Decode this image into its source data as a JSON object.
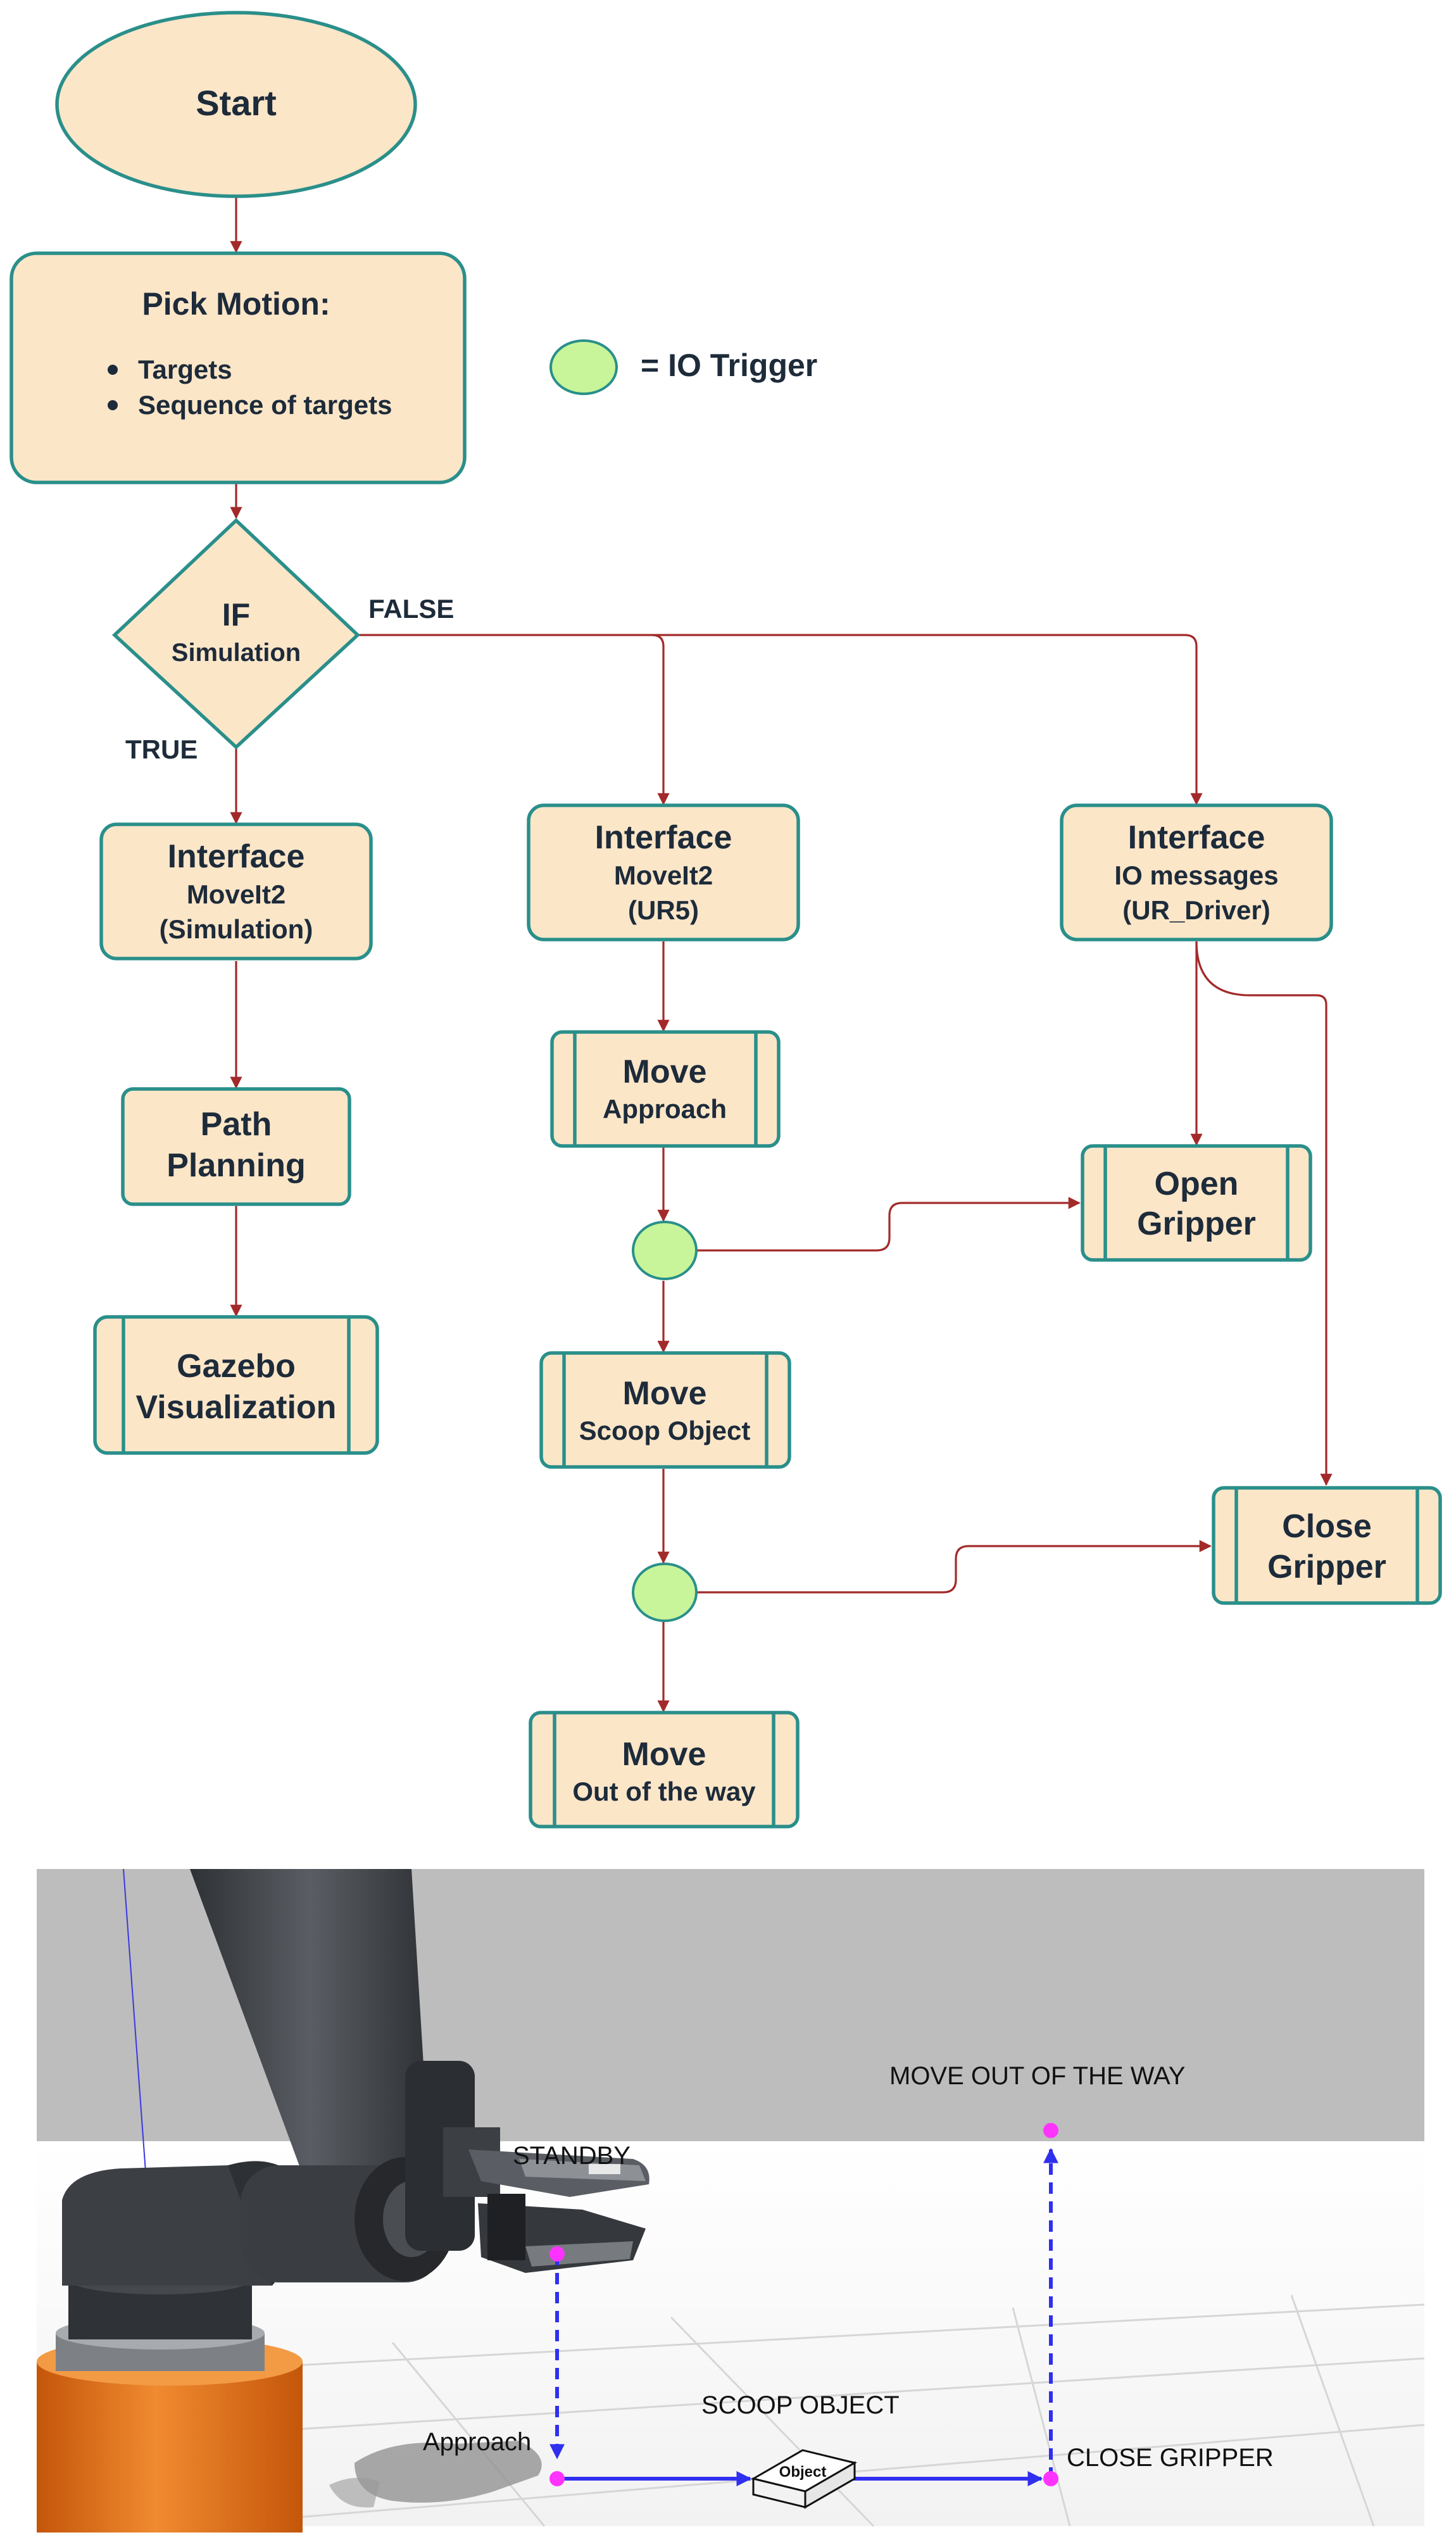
{
  "flowchart": {
    "start": "Start",
    "pick_motion": {
      "title": "Pick Motion:",
      "bullets": [
        "Targets",
        "Sequence of targets"
      ]
    },
    "legend": "= IO Trigger",
    "decision": {
      "line1": "IF",
      "line2": "Simulation"
    },
    "branch_false": "FALSE",
    "branch_true": "TRUE",
    "sim_interface": {
      "title": "Interface",
      "line1": "MoveIt2",
      "line2": "(Simulation)"
    },
    "path_planning": {
      "line1": "Path",
      "line2": "Planning"
    },
    "gazebo": {
      "line1": "Gazebo",
      "line2": "Visualization"
    },
    "ur5_interface": {
      "title": "Interface",
      "line1": "MoveIt2",
      "line2": "(UR5)"
    },
    "move_approach": {
      "title": "Move",
      "sub": "Approach"
    },
    "move_scoop": {
      "title": "Move",
      "sub": "Scoop Object"
    },
    "move_out": {
      "title": "Move",
      "sub": "Out of the way"
    },
    "io_interface": {
      "title": "Interface",
      "line1": "IO messages",
      "line2": "(UR_Driver)"
    },
    "open_gripper": {
      "line1": "Open",
      "line2": "Gripper"
    },
    "close_gripper": {
      "line1": "Close",
      "line2": "Gripper"
    }
  },
  "scene": {
    "labels": {
      "move_out": "MOVE OUT OF THE WAY",
      "standby": "STANDBY",
      "scoop": "SCOOP OBJECT",
      "approach": "Approach",
      "close_gripper": "CLOSE GRIPPER",
      "object": "Object"
    },
    "colors": {
      "path": "#2f2ff0",
      "waypoint": "#ff33ff",
      "robot_base": "#e06a10",
      "robot_body": "#3c3f44",
      "backdrop": "#bdbdbd"
    }
  },
  "colors": {
    "node_fill": "#fce6c8",
    "node_stroke": "#2a8f8a",
    "arrow": "#a32a2a",
    "trigger_fill": "#c8f59a",
    "text": "#1d2b3a"
  }
}
